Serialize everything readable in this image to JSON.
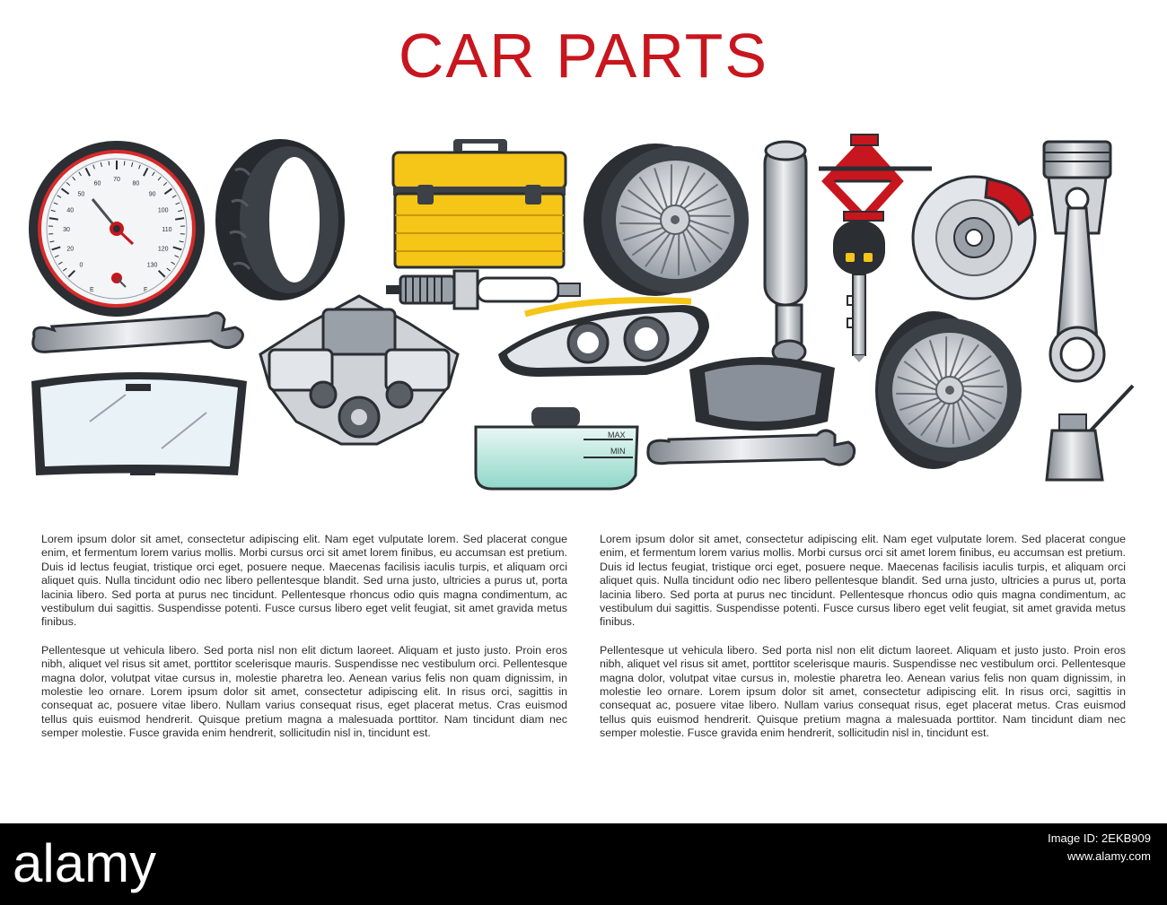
{
  "title": "CAR PARTS",
  "colors": {
    "title": "#c8161e",
    "text": "#2c2c2c",
    "banner": "#000000",
    "accent_yellow": "#f5c518",
    "accent_red": "#c8161e"
  },
  "parts": [
    {
      "icon": "speedometer-icon",
      "ticks": [
        "20",
        "30",
        "40",
        "50",
        "60",
        "70",
        "80",
        "90",
        "100",
        "110",
        "120",
        "130",
        "0",
        "E",
        "F"
      ]
    },
    {
      "icon": "tire-icon"
    },
    {
      "icon": "toolbox-icon"
    },
    {
      "icon": "alloy-wheel-icon"
    },
    {
      "icon": "muffler-icon"
    },
    {
      "icon": "car-jack-icon"
    },
    {
      "icon": "car-key-icon"
    },
    {
      "icon": "brake-disc-icon"
    },
    {
      "icon": "piston-icon"
    },
    {
      "icon": "spark-plug-icon"
    },
    {
      "icon": "wrench-icon"
    },
    {
      "icon": "engine-icon"
    },
    {
      "icon": "headlight-icon"
    },
    {
      "icon": "brake-pad-icon"
    },
    {
      "icon": "windshield-icon"
    },
    {
      "icon": "coolant-tank-icon",
      "labels": [
        "MAX",
        "MIN"
      ]
    },
    {
      "icon": "oil-can-icon"
    }
  ],
  "text_columns": [
    {
      "paragraphs": [
        "Lorem ipsum dolor sit amet, consectetur adipiscing elit. Nam eget vulputate lorem. Sed placerat congue enim, et fermentum lorem varius mollis. Morbi cursus orci sit amet lorem finibus, eu accumsan est pretium. Duis id lectus feugiat, tristique orci eget, posuere neque. Maecenas facilisis iaculis turpis, et aliquam orci aliquet quis. Nulla tincidunt odio nec libero pellentesque blandit. Sed urna justo, ultricies a purus ut, porta lacinia libero. Sed porta at purus nec tincidunt. Pellentesque rhoncus odio quis magna condimentum, ac vestibulum dui sagittis. Suspendisse potenti. Fusce cursus libero eget velit feugiat, sit amet gravida metus finibus.",
        "Pellentesque ut vehicula libero. Sed porta nisl non elit dictum laoreet. Aliquam et justo justo. Proin eros nibh, aliquet vel risus sit amet, porttitor scelerisque mauris. Suspendisse nec vestibulum orci. Pellentesque magna dolor, volutpat vitae cursus in, molestie pharetra leo. Aenean varius felis non quam dignissim, in molestie leo ornare. Lorem ipsum dolor sit amet, consectetur adipiscing elit. In risus orci, sagittis in consequat ac, posuere vitae libero. Nullam varius consequat risus, eget placerat metus. Cras euismod tellus quis euismod hendrerit. Quisque pretium magna a malesuada porttitor. Nam tincidunt diam nec semper molestie. Fusce gravida enim hendrerit, sollicitudin nisl in, tincidunt est."
      ]
    },
    {
      "paragraphs": [
        "Lorem ipsum dolor sit amet, consectetur adipiscing elit. Nam eget vulputate lorem. Sed placerat congue enim, et fermentum lorem varius mollis. Morbi cursus orci sit amet lorem finibus, eu accumsan est pretium. Duis id lectus feugiat, tristique orci eget, posuere neque. Maecenas facilisis iaculis turpis, et aliquam orci aliquet quis. Nulla tincidunt odio nec libero pellentesque blandit. Sed urna justo, ultricies a purus ut, porta lacinia libero. Sed porta at purus nec tincidunt. Pellentesque rhoncus odio quis magna condimentum, ac vestibulum dui sagittis. Suspendisse potenti. Fusce cursus libero eget velit feugiat, sit amet gravida metus finibus.",
        "Pellentesque ut vehicula libero. Sed porta nisl non elit dictum laoreet. Aliquam et justo justo. Proin eros nibh, aliquet vel risus sit amet, porttitor scelerisque mauris. Suspendisse nec vestibulum orci. Pellentesque magna dolor, volutpat vitae cursus in, molestie pharetra leo. Aenean varius felis non quam dignissim, in molestie leo ornare. Lorem ipsum dolor sit amet, consectetur adipiscing elit. In risus orci, sagittis in consequat ac, posuere vitae libero. Nullam varius consequat risus, eget placerat metus. Cras euismod tellus quis euismod hendrerit. Quisque pretium magna a malesuada porttitor. Nam tincidunt diam nec semper molestie. Fusce gravida enim hendrerit, sollicitudin nisl in, tincidunt est."
      ]
    }
  ],
  "banner": {
    "logo_text": "alamy",
    "image_id": "Image ID: 2EKB909",
    "site": "www.alamy.com"
  }
}
